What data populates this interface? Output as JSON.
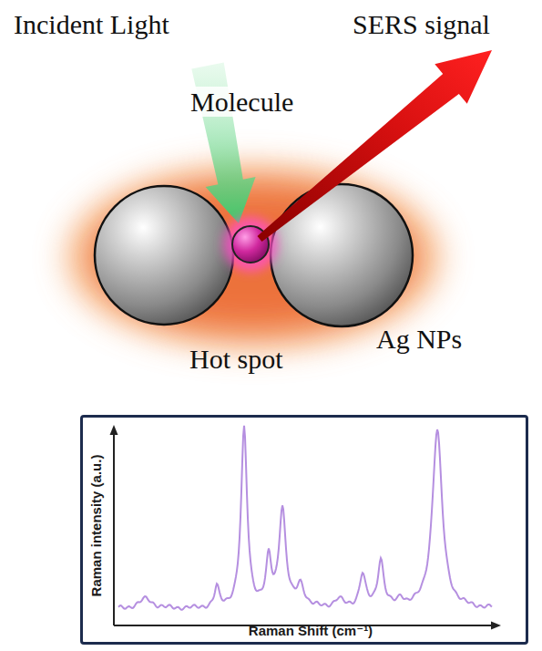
{
  "diagram": {
    "nodes": [
      {
        "text": [
          "Raman intensity (a.u.)",
          "Raman Shift (cm⁻¹)"
        ]
      }
    ],
    "labels": [
      "Incident Light",
      "SERS signal",
      "Molecule",
      "Hot spot",
      "Ag NPs"
    ]
  }
}
